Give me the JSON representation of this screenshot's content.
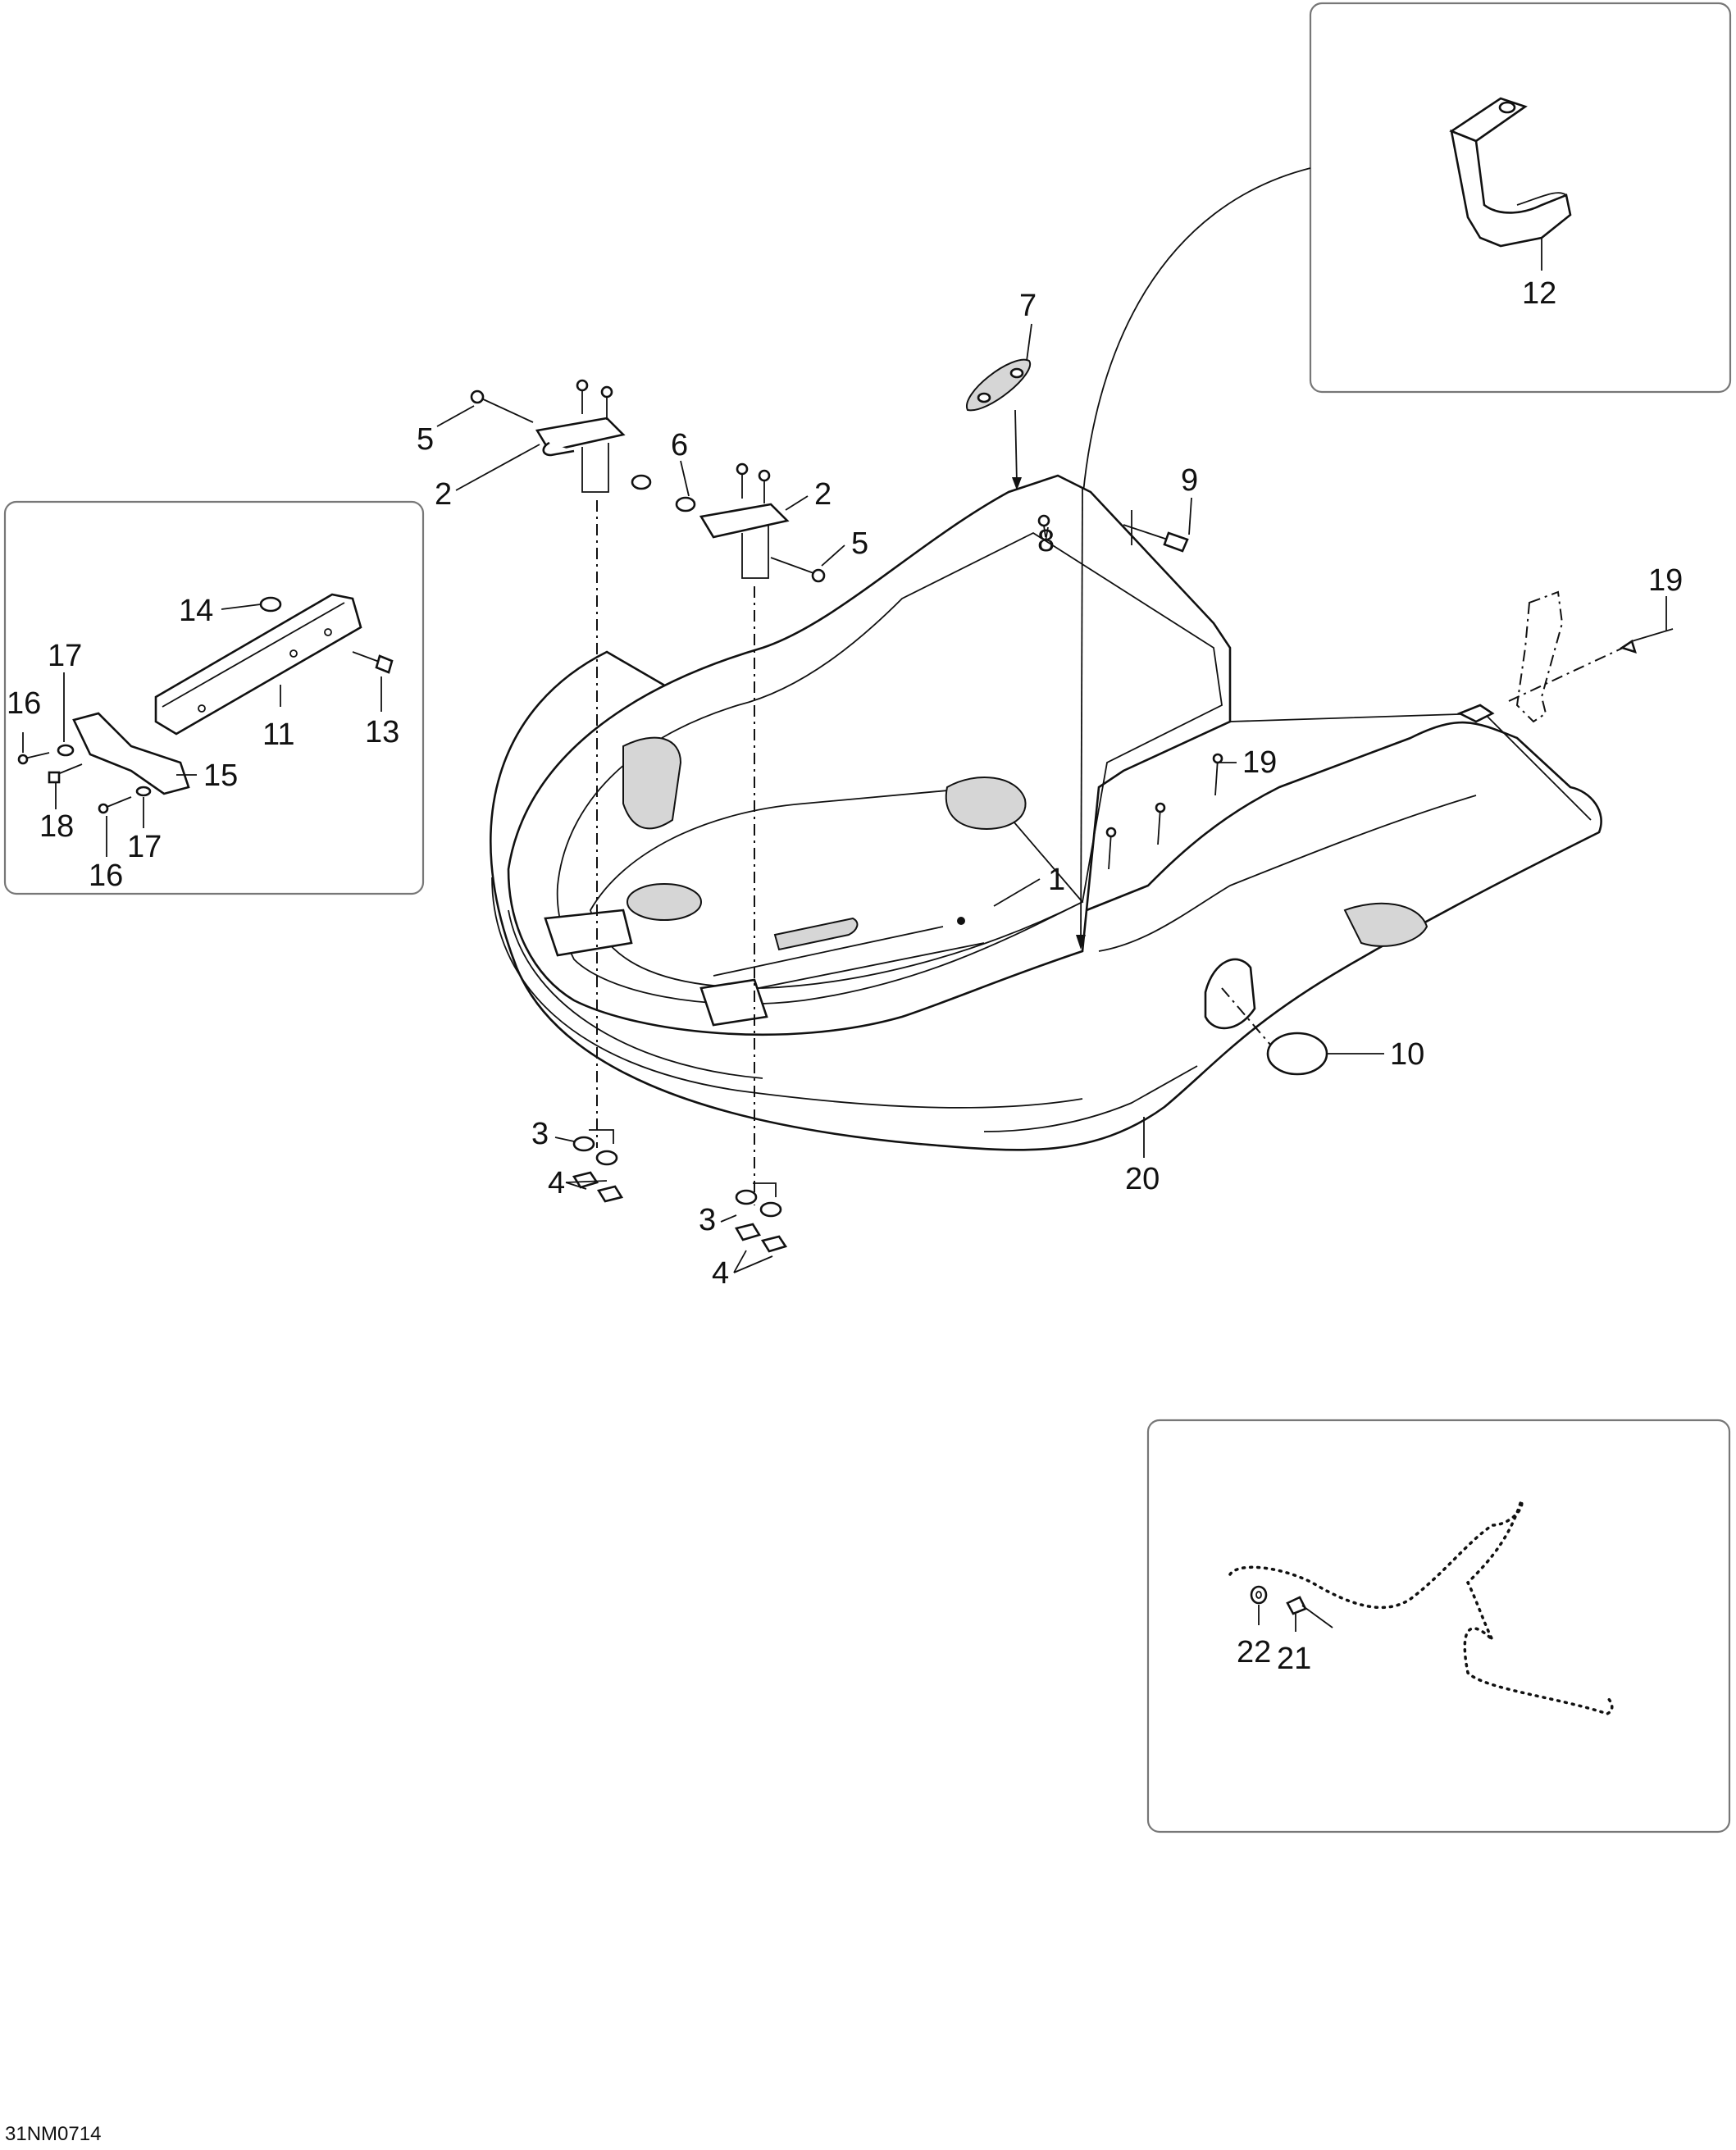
{
  "diagram": {
    "drawing_code": "31NM0714",
    "callouts": {
      "c1": "1",
      "c2a": "2",
      "c2b": "2",
      "c3a": "3",
      "c3b": "3",
      "c4a": "4",
      "c4b": "4",
      "c5a": "5",
      "c5b": "5",
      "c6": "6",
      "c7": "7",
      "c8": "8",
      "c9": "9",
      "c10": "10",
      "c11": "11",
      "c12": "12",
      "c13": "13",
      "c14": "14",
      "c15": "15",
      "c16a": "16",
      "c16b": "16",
      "c17a": "17",
      "c17b": "17",
      "c18": "18",
      "c19a": "19",
      "c19b": "19",
      "c20": "20",
      "c21": "21",
      "c22": "22"
    }
  }
}
